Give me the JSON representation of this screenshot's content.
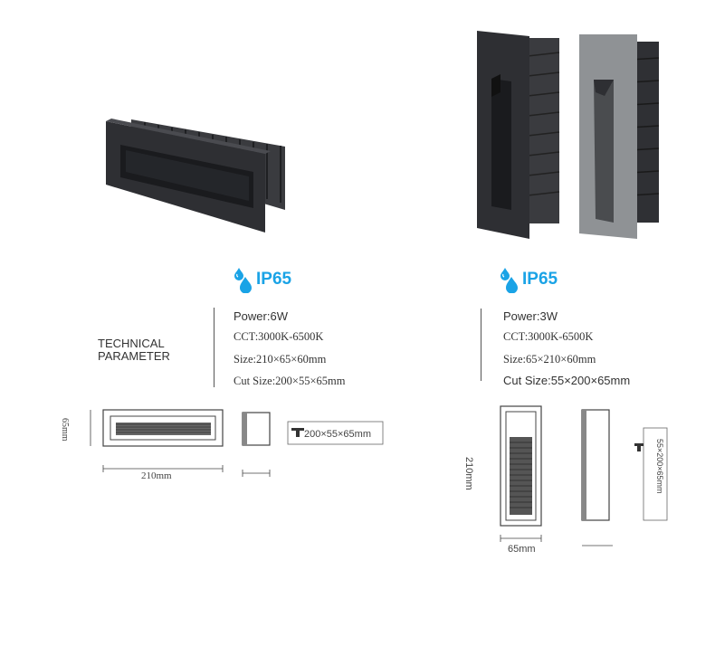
{
  "colors": {
    "ip_blue": "#1aa3e6",
    "dark_fixture": "#2e2f33",
    "grey_fixture": "#8f9295"
  },
  "left_product": {
    "ip_label": "IP65",
    "specs": {
      "power": "Power:6W",
      "cct": "CCT:3000K-6500K",
      "size": "Size:210×65×60mm",
      "cut_size": "Cut Size:200×55×65mm"
    },
    "dims": {
      "height": "65mm",
      "width": "210mm",
      "cut_label": "200×55×65mm"
    }
  },
  "technical_parameter": "TECHNICAL\nPARAMETER",
  "right_product": {
    "ip_label": "IP65",
    "specs": {
      "power": "Power:3W",
      "cct": "CCT:3000K-6500K",
      "size": "Size:65×210×60mm",
      "cut_size": "Cut Size:55×200×65mm"
    },
    "dims": {
      "height": "210mm",
      "width": "65mm",
      "cut_label": "55×200×65mm"
    }
  },
  "icons": [
    "water-drop-icon",
    "cut-profile-icon"
  ]
}
